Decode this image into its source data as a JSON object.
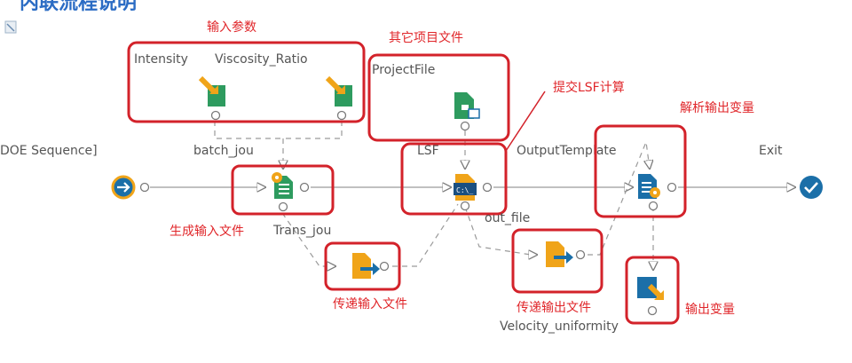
{
  "header": {
    "title": "内联流程说明"
  },
  "nodes": {
    "params": {
      "label_intensity": "Intensity",
      "label_viscosity": "Viscosity_Ratio",
      "label_batch": "batch_jou",
      "annotation": "输入参数"
    },
    "project_file": {
      "label": "ProjectFile",
      "annotation": "其它项目文件"
    },
    "lsf": {
      "label": "LSF",
      "label_out": "out_file",
      "annotation": "提交LSF计算"
    },
    "doe": {
      "label": "DOE Sequence]"
    },
    "gen_input": {
      "label": "Trans_jou",
      "annotation": "生成输入文件"
    },
    "transfer_input": {
      "annotation": "传递输入文件"
    },
    "transfer_output": {
      "label": "Velocity_uniformity",
      "annotation": "传递输出文件"
    },
    "parse_output": {
      "label": "OutputTemplate",
      "annotation": "解析输出变量"
    },
    "output_var": {
      "annotation": "输出变量"
    },
    "exit": {
      "label": "Exit"
    }
  },
  "colors": {
    "annotation_red": "#d3222a",
    "icon_green": "#2e9b5f",
    "icon_orange": "#f0a419",
    "icon_blue": "#1b6fa8",
    "title_blue": "#2b6cc4"
  },
  "icons": [
    "import-icon",
    "script-gear-icon",
    "project-file-icon",
    "command-file-icon",
    "file-transfer-icon",
    "template-gear-icon",
    "export-icon",
    "start-icon",
    "exit-check-icon"
  ]
}
